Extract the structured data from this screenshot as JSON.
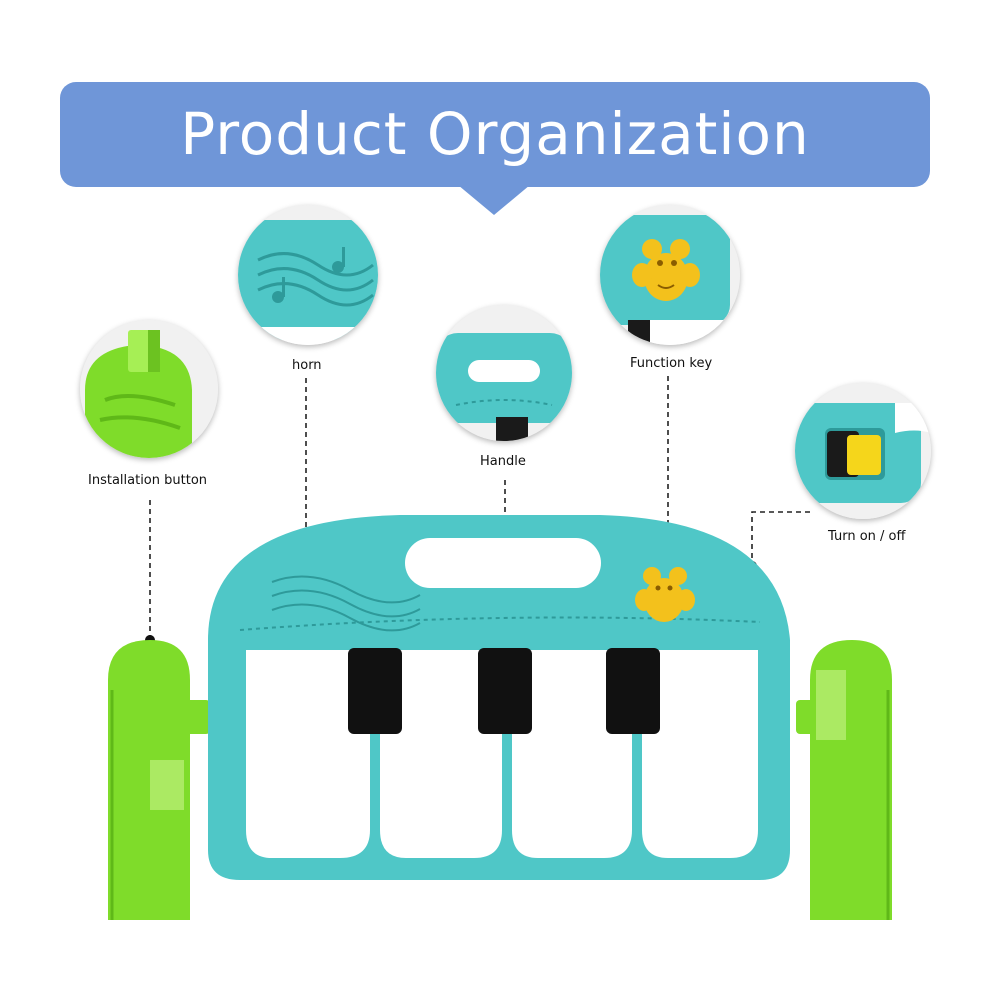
{
  "header": {
    "title": "Product Organization"
  },
  "callouts": {
    "installation_button": {
      "label": "Installation button"
    },
    "horn": {
      "label": "horn"
    },
    "handle": {
      "label": "Handle"
    },
    "function_key": {
      "label": "Function key"
    },
    "power_switch": {
      "label": "Turn on / off"
    }
  },
  "colors": {
    "banner": "#6f96d8",
    "toy_body": "#4fc7c7",
    "side_legs": "#7fdc2a",
    "keys_white": "#ffffff",
    "keys_black": "#111111",
    "function_key": "#f3c11c",
    "switch": "#f5d61b"
  },
  "icons": {
    "horn": "music-wave-icon",
    "function_key": "bee-button-icon",
    "handle": "handle-slot-icon",
    "power": "slider-switch-icon",
    "installation": "peg-icon"
  }
}
